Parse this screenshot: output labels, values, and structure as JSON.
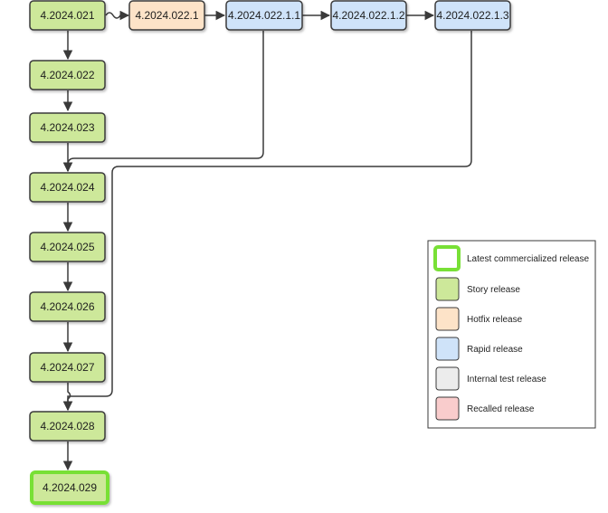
{
  "colors": {
    "story": "#cde89a",
    "hotfix": "#fde3c8",
    "rapid": "#cfe3f9",
    "internal_test": "#ececec",
    "recalled": "#f9cccc",
    "latest_border": "#78e036",
    "stroke": "#3a3a3a"
  },
  "nodes": {
    "n021": {
      "label": "4.2024.021",
      "type": "story"
    },
    "n022": {
      "label": "4.2024.022",
      "type": "story"
    },
    "n023": {
      "label": "4.2024.023",
      "type": "story"
    },
    "n024": {
      "label": "4.2024.024",
      "type": "story"
    },
    "n025": {
      "label": "4.2024.025",
      "type": "story"
    },
    "n026": {
      "label": "4.2024.026",
      "type": "story"
    },
    "n027": {
      "label": "4.2024.027",
      "type": "story"
    },
    "n028": {
      "label": "4.2024.028",
      "type": "story"
    },
    "n029": {
      "label": "4.2024.029",
      "type": "latest_story"
    },
    "h0221": {
      "label": "4.2024.022.1",
      "type": "hotfix"
    },
    "r02211": {
      "label": "4.2024.022.1.1",
      "type": "rapid"
    },
    "r02212": {
      "label": "4.2024.022.1.2",
      "type": "rapid"
    },
    "r02213": {
      "label": "4.2024.022.1.3",
      "type": "rapid"
    }
  },
  "edges": [
    {
      "from": "4.2024.021",
      "to": "4.2024.022"
    },
    {
      "from": "4.2024.022",
      "to": "4.2024.023"
    },
    {
      "from": "4.2024.023",
      "to": "4.2024.024"
    },
    {
      "from": "4.2024.024",
      "to": "4.2024.025"
    },
    {
      "from": "4.2024.025",
      "to": "4.2024.026"
    },
    {
      "from": "4.2024.026",
      "to": "4.2024.027"
    },
    {
      "from": "4.2024.027",
      "to": "4.2024.028"
    },
    {
      "from": "4.2024.028",
      "to": "4.2024.029"
    },
    {
      "from": "4.2024.021",
      "to": "4.2024.022.1"
    },
    {
      "from": "4.2024.022.1",
      "to": "4.2024.022.1.1"
    },
    {
      "from": "4.2024.022.1.1",
      "to": "4.2024.022.1.2"
    },
    {
      "from": "4.2024.022.1.2",
      "to": "4.2024.022.1.3"
    },
    {
      "from": "4.2024.022.1.1",
      "to": "4.2024.024"
    },
    {
      "from": "4.2024.022.1.3",
      "to": "4.2024.028"
    }
  ],
  "legend": {
    "latest": "Latest commercialized release",
    "story": "Story release",
    "hotfix": "Hotfix release",
    "rapid": "Rapid release",
    "internal_test": "Internal test release",
    "recalled": "Recalled release"
  }
}
